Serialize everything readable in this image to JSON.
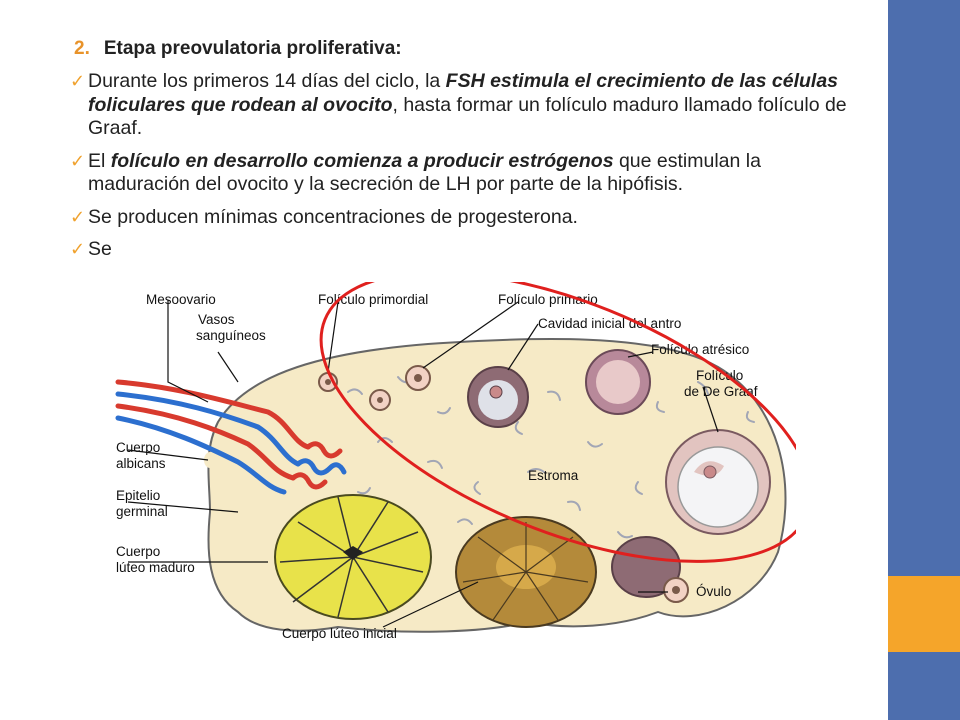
{
  "heading": {
    "number": "2.",
    "title": "Etapa preovulatoria proliferativa:"
  },
  "bullets": [
    {
      "parts": [
        {
          "text": "Durante los primeros 14 días del ciclo, la ",
          "style": "normal"
        },
        {
          "text": "FSH estimula el crecimiento de las células foliculares que rodean al ovocito",
          "style": "bold-italic"
        },
        {
          "text": ", hasta formar un folículo maduro llamado folículo de Graaf.",
          "style": "normal"
        }
      ]
    },
    {
      "parts": [
        {
          "text": "El ",
          "style": "normal"
        },
        {
          "text": "folículo en desarrollo comienza a producir estrógenos",
          "style": "bold-italic"
        },
        {
          "text": " que estimulan la maduración del ovocito y la secreción de LH por parte de la hipófisis.",
          "style": "normal"
        }
      ]
    },
    {
      "parts": [
        {
          "text": "Se producen mínimas concentraciones de progesterona.",
          "style": "normal"
        }
      ]
    },
    {
      "parts": [
        {
          "text": "Se",
          "style": "normal"
        }
      ]
    }
  ],
  "diagram_labels": {
    "mesoovario": "Mesoovario",
    "vasos_1": "Vasos",
    "vasos_2": "sanguíneos",
    "foliculo_primordial": "Folículo primordial",
    "foliculo_primario": "Folículo primario",
    "cavidad": "Cavidad inicial del antro",
    "atresico": "Folículo atrésico",
    "graaf_1": "Folículo",
    "graaf_2": "de De Graaf",
    "albicans_1": "Cuerpo",
    "albicans_2": "albicans",
    "epitelio_1": "Epitelio",
    "epitelio_2": "germinal",
    "luteo_maduro_1": "Cuerpo",
    "luteo_maduro_2": "lúteo maduro",
    "estroma": "Estroma",
    "ovulo": "Óvulo",
    "luteo_inicial": "Cuerpo lúteo inicial"
  },
  "colors": {
    "accent_orange": "#f5a52a",
    "side_blue": "#4d6eae",
    "highlight_ellipse": "#e0201e",
    "check_mark": "#f0a22e"
  }
}
